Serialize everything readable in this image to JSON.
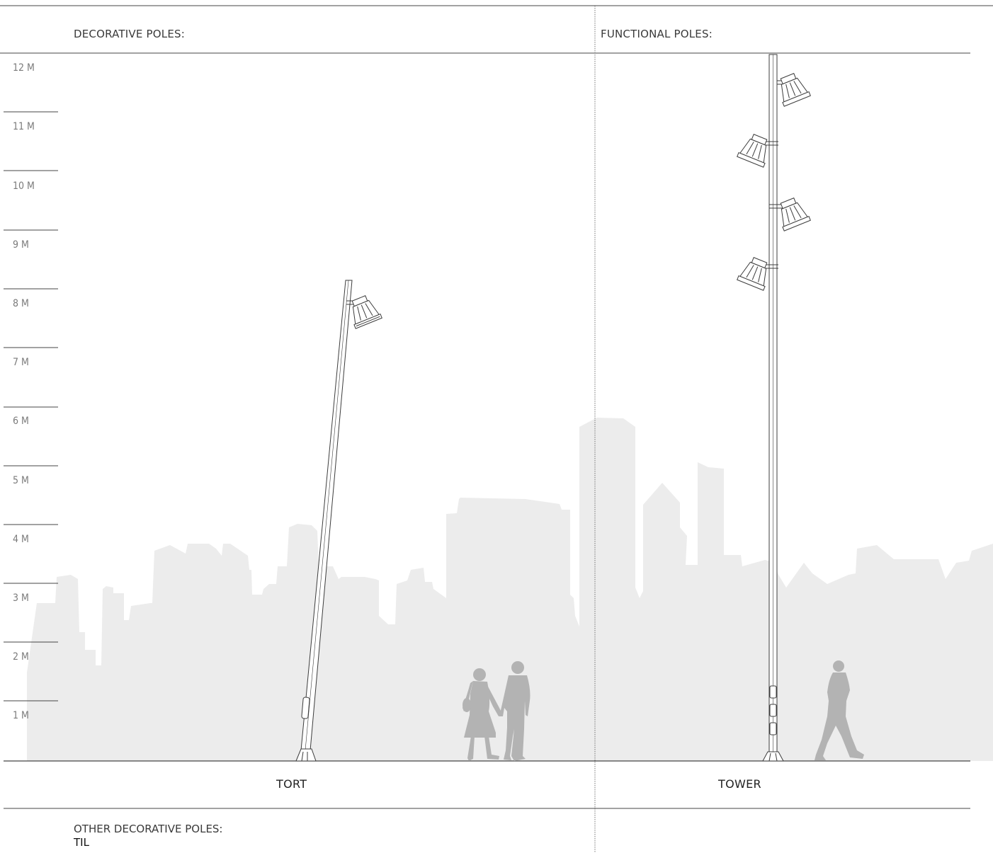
{
  "headers": {
    "decorative": "DECORATIVE POLES:",
    "functional": "FUNCTIONAL POLES:"
  },
  "scale": {
    "labels": [
      "12 M",
      "11 M",
      "10 M",
      "9 M",
      "8 M",
      "7 M",
      "6 M",
      "5 M",
      "4 M",
      "3 M",
      "2 M",
      "1 M"
    ]
  },
  "poles": {
    "tort": {
      "name": "TORT",
      "height_m": 8.2
    },
    "tower": {
      "name": "TOWER",
      "height_m": 12
    }
  },
  "other": {
    "title": "OTHER DECORATIVE POLES:",
    "items": [
      "TIL"
    ]
  },
  "colors": {
    "line": "#3c3c3c",
    "skyline": "#ececec",
    "people": "#b3b3b3",
    "divider": "#555555"
  }
}
